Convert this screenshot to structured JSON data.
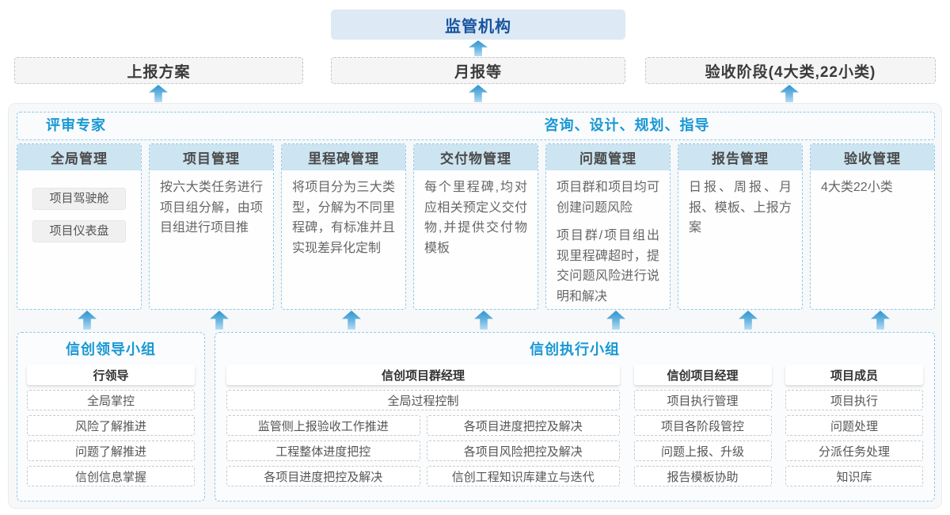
{
  "colors": {
    "accent_blue": "#1898d5",
    "navy_blue": "#17549f",
    "column_header_bg": "#cde4f1",
    "dashed_blue_border": "#8ec9eb",
    "arrow_blue": "#2f93cc"
  },
  "top": {
    "regulator": "监管机构"
  },
  "channels": [
    {
      "label": "上报方案"
    },
    {
      "label": "月报等"
    },
    {
      "label": "验收阶段(4大类,22小类)"
    }
  ],
  "platform": {
    "expert_left": "评审专家",
    "expert_right": "咨询、设计、规划、指导",
    "columns": [
      {
        "title": "全局管理",
        "boxes": [
          "项目驾驶舱",
          "项目仪表盘"
        ]
      },
      {
        "title": "项目管理",
        "paragraphs": [
          "按六大类任务进行项目组分解，由项目组进行项目推"
        ]
      },
      {
        "title": "里程碑管理",
        "paragraphs": [
          "将项目分为三大类型，分解为不同里程碑，有标准并且实现差异化定制"
        ]
      },
      {
        "title": "交付物管理",
        "paragraphs": [
          "每个里程碑,均对应相关预定义交付物,并提供交付物模板"
        ]
      },
      {
        "title": "问题管理",
        "paragraphs": [
          "项目群和项目均可创建问题风险",
          "项目群/项目组出现里程碑超时，提交问题风险进行说明和解决"
        ]
      },
      {
        "title": "报告管理",
        "paragraphs": [
          "日报、周报、月报、模板、上报方案"
        ]
      },
      {
        "title": "验收管理",
        "paragraphs": [
          "4大类22小类"
        ]
      }
    ]
  },
  "groups": {
    "leader": {
      "title": "信创领导小组",
      "role": "行领导",
      "items": [
        "全局掌控",
        "风险了解推进",
        "问题了解推进",
        "信创信息掌握"
      ]
    },
    "exec": {
      "title": "信创执行小组",
      "program_manager": {
        "role": "信创项目群经理",
        "full_item": "全局过程控制",
        "left_items": [
          "监管侧上报验收工作推进",
          "工程整体进度把控",
          "各项目进度把控及解决"
        ],
        "right_items": [
          "各项目进度把控及解决",
          "各项目风险把控及解决",
          "信创工程知识库建立与迭代"
        ]
      },
      "project_manager": {
        "role": "信创项目经理",
        "items": [
          "项目执行管理",
          "项目各阶段管控",
          "问题上报、升级",
          "报告模板协助"
        ]
      },
      "member": {
        "role": "项目成员",
        "items": [
          "项目执行",
          "问题处理",
          "分派任务处理",
          "知识库"
        ]
      }
    }
  }
}
